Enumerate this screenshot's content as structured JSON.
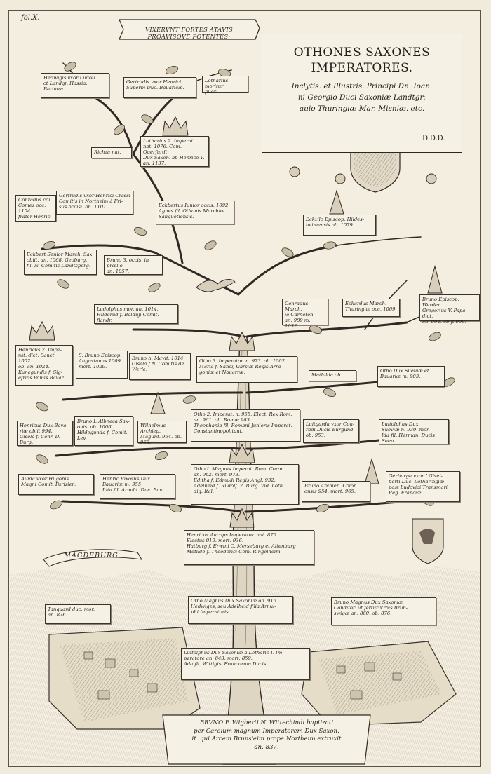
{
  "folio": "fol.X.",
  "motto": "VIXERVNT FORTES ATAVIS\nPROAVISQVE POTENTES:",
  "title": {
    "line1": "OTHONES SAXONES",
    "line2": "IMPERATORES.",
    "dedication": "Inclytis. et Illustris. Principi Dn. Ioan.\nni Georgio Duci Saxoniæ Landtgr:\nauio Thuringiæ Mar. Misniæ. etc.",
    "ddd": "D.D.D."
  },
  "banner": "MAGDEBURG",
  "footer": "BRVNO F. Wigberti N. Wittechindi baptizati\nper Carolum magnum Imperatorem Dux Saxon.\nit. qui Arcem Bruns'eim prope Northeim extruxit\nan. 837.",
  "cards": [
    {
      "text": "Hedwigis vxor Ludou.\nct Landgr. Hassia.\nBarbara.",
      "name": "card-hedwigis"
    },
    {
      "text": "Gertrudis vxor Henrici\nSuperbi Duc. Bauaricæ.",
      "name": "card-gertrudis-henrici"
    },
    {
      "text": "Lotharius moritur\npuer.",
      "name": "card-lotharius-puer"
    },
    {
      "text": "Lotharius 2. Imperat.\nnat. 1076. Com. Querfurdt.\nDux Saxon. ab Henrico V.\nan. 1137.",
      "name": "card-lotharius-2"
    },
    {
      "text": "Richza nat.",
      "name": "card-richza"
    },
    {
      "text": "Conradus cou.\nComes occ. 1104.\nfrater Henric.",
      "name": "card-conradus-comes"
    },
    {
      "text": "Gertrudis vxor Henrici Crassi\nComitis in Northeim à Fri-\nsus occisi. an. 1101.",
      "name": "card-gertrudis-crassi"
    },
    {
      "text": "Eckbertus Iunior occis. 1092.\nAgnes fil. Othonis Marchio-\nSaliquetiensis.",
      "name": "card-eckbertus-junior"
    },
    {
      "text": "Eckzilo Episcop. Hildes-\nheimensis ob. 1079.",
      "name": "card-eckzilo"
    },
    {
      "text": "Eckbert Senior March. Sax\nobiit. an. 1068. Geoburg.\nfil. N. Comitis Landtsperg.",
      "name": "card-eckbert-senior"
    },
    {
      "text": "Bruno 3. occis. in prœlio\nan. 1057.",
      "name": "card-bruno-3"
    },
    {
      "text": "Conradus March.\nio Carnoten\nan. 989 m. 1032.",
      "name": "card-conradus-march"
    },
    {
      "text": "Eckardus March.\nThuringiæ occ. 1009.",
      "name": "card-eckardus"
    },
    {
      "text": "Bruno Episcop. Werden\nGregorius V. Papa dict.\nan. 994. obijt 999.",
      "name": "card-bruno-papa"
    },
    {
      "text": "Ludolphus mor. an. 1014.\nHilderud f. Balduji Comit. flandr.",
      "name": "card-ludolphus"
    },
    {
      "text": "Henricus 2. Impe-\nrat. dict. Sanct. 1002.\nob. an. 1024.\nKunegundis f. Sig-\nefrids Pomis Bavar.",
      "name": "card-henricus-2"
    },
    {
      "text": "S. Bruno Episcop.\nAugustanus 1009.\nmort. 1029.",
      "name": "card-s-bruno"
    },
    {
      "text": "Bruno h. Mavit. 1014.\nGisela f.N. Comitis de\nWerle.",
      "name": "card-bruno-gisela"
    },
    {
      "text": "Otho 3. Imperator. n. 973. ob. 1002.\nMaria f. Sancij Garsiæ Regis Arra-\ngoniæ et Nauarræ.",
      "name": "card-otho-3"
    },
    {
      "text": "Mathilda ob.",
      "name": "card-mathilda"
    },
    {
      "text": "Otho Dux Sueuiæ et\nBauariæ m. 983.",
      "name": "card-otho-sueviae"
    },
    {
      "text": "Henricus Dux Bava-\nriæ obiit 994.\nGisela f. Conr. D. Burg.",
      "name": "card-henricus-bavariae"
    },
    {
      "text": "Bruno I. Albneca Sax-\nonis. ob. 1006.\nHildegunda f. Comit.\nLev.",
      "name": "card-bruno-albneca"
    },
    {
      "text": "Wilhelmus Archiep.\nMagunt. 954. ob. 968.",
      "name": "card-wilhelmus"
    },
    {
      "text": "Otho 2. Imperat. n. 955. Elect. Rex Rom.\nan. 961. ob. Romæ 983.\nTheophania fil. Romani Junioris Imperat.\nConstantinopolitani.",
      "name": "card-otho-2"
    },
    {
      "text": "Luitgarda vxor Con-\nradi Ducis Burgund.\nob. 953.",
      "name": "card-luitgarda"
    },
    {
      "text": "Luitolphus Dux\nSueviæ n. 930. mor.\nIda fil. Herman. Ducis Sueu.",
      "name": "card-luitolphus-sueviae"
    },
    {
      "text": "Auida vxor Hugonis\nMagni Comit. Parisien.",
      "name": "card-auida"
    },
    {
      "text": "Henric Rixosus Dux\nBauariæ m. 955.\nIuta fil. Arnold. Duc. Bav.",
      "name": "card-henric-rixosus"
    },
    {
      "text": "Otho I. Magnus Imperat. Rom. Coron.\nan. 962. mort. 973.\nEditha f. Edmudi Regis Angl. 932.\nAdelheid f. Rudolf. 2. Burg. Vid. Loth.\ndig. Ital.",
      "name": "card-otho-1"
    },
    {
      "text": "Bruno Archiep. Colon.\nonsis 954. mort. 965.",
      "name": "card-bruno-archiep"
    },
    {
      "text": "Gerburga vxor I Gisel-\nberti Duc. Lotharingiæ\npost Ludovici Transmari\nReg. Franciæ.",
      "name": "card-gerburga"
    },
    {
      "text": "Henricus Aucups Imperator. nat. 876.\nElectus 919. mort. 936.\nHatburg f. Erwini C. Merseburg et Altenburg\nMetilde f. Theodorici Com. Ringelheim.",
      "name": "card-henricus-aucups"
    },
    {
      "text": "Tanquard duc. mor.\nan. 876.",
      "name": "card-tanquard"
    },
    {
      "text": "Otho Magnus Dux Saxoniæ ob. 916.\nHedwiges, seu Adelheid filia Arnul-\nphi Imperatoris.",
      "name": "card-otho-magnus-dux"
    },
    {
      "text": "Bruno Magnus Dux Saxoniæ\nConditor. ut fertur Vrbis Brun-\nswigæ an. 860. ob. 876.",
      "name": "card-bruno-magnus"
    },
    {
      "text": "Luitolphus Dux Saxoniæ a Lothario I. Im-\nperatore an. 843. mort. 859.\nAda fil. Wittigisi Francorum Ducis.",
      "name": "card-luitolphus-saxoniae"
    }
  ]
}
